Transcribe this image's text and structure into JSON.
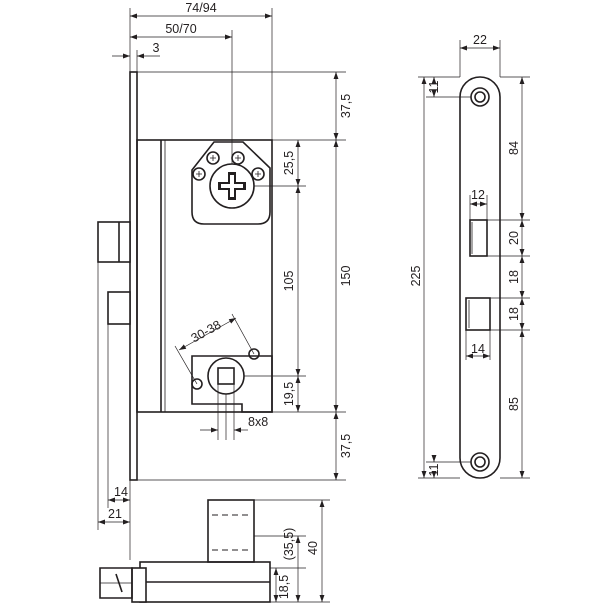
{
  "front_view": {
    "dim_overall_depth": "74/94",
    "dim_backset": "50/70",
    "dim_faceplate": "3",
    "dim_top_to_follower": "37,5",
    "dim_follower_offset": "25,5",
    "dim_follower_to_key": "105",
    "dim_case_height": "150",
    "dim_key_offset": "19,5",
    "dim_bottom": "37,5",
    "dim_screw_spacing": "30-38",
    "dim_spindle": "8x8",
    "dim_latch_projection": "14",
    "dim_bolt_projection": "21"
  },
  "forend_view": {
    "dim_width": "22",
    "dim_top_hole": "11",
    "dim_top_to_latch": "84",
    "dim_latch_width": "12",
    "dim_latch_height": "20",
    "dim_total_height": "225",
    "dim_gap": "18",
    "dim_bolt_height": "18",
    "dim_bolt_width": "14",
    "dim_bottom_to_bolt": "85",
    "dim_bottom_hole": "11"
  },
  "bottom_view": {
    "dim_bolt_throw": "(35,5)",
    "dim_bolt_total": "40",
    "dim_faceplate_offset": "18,5"
  }
}
